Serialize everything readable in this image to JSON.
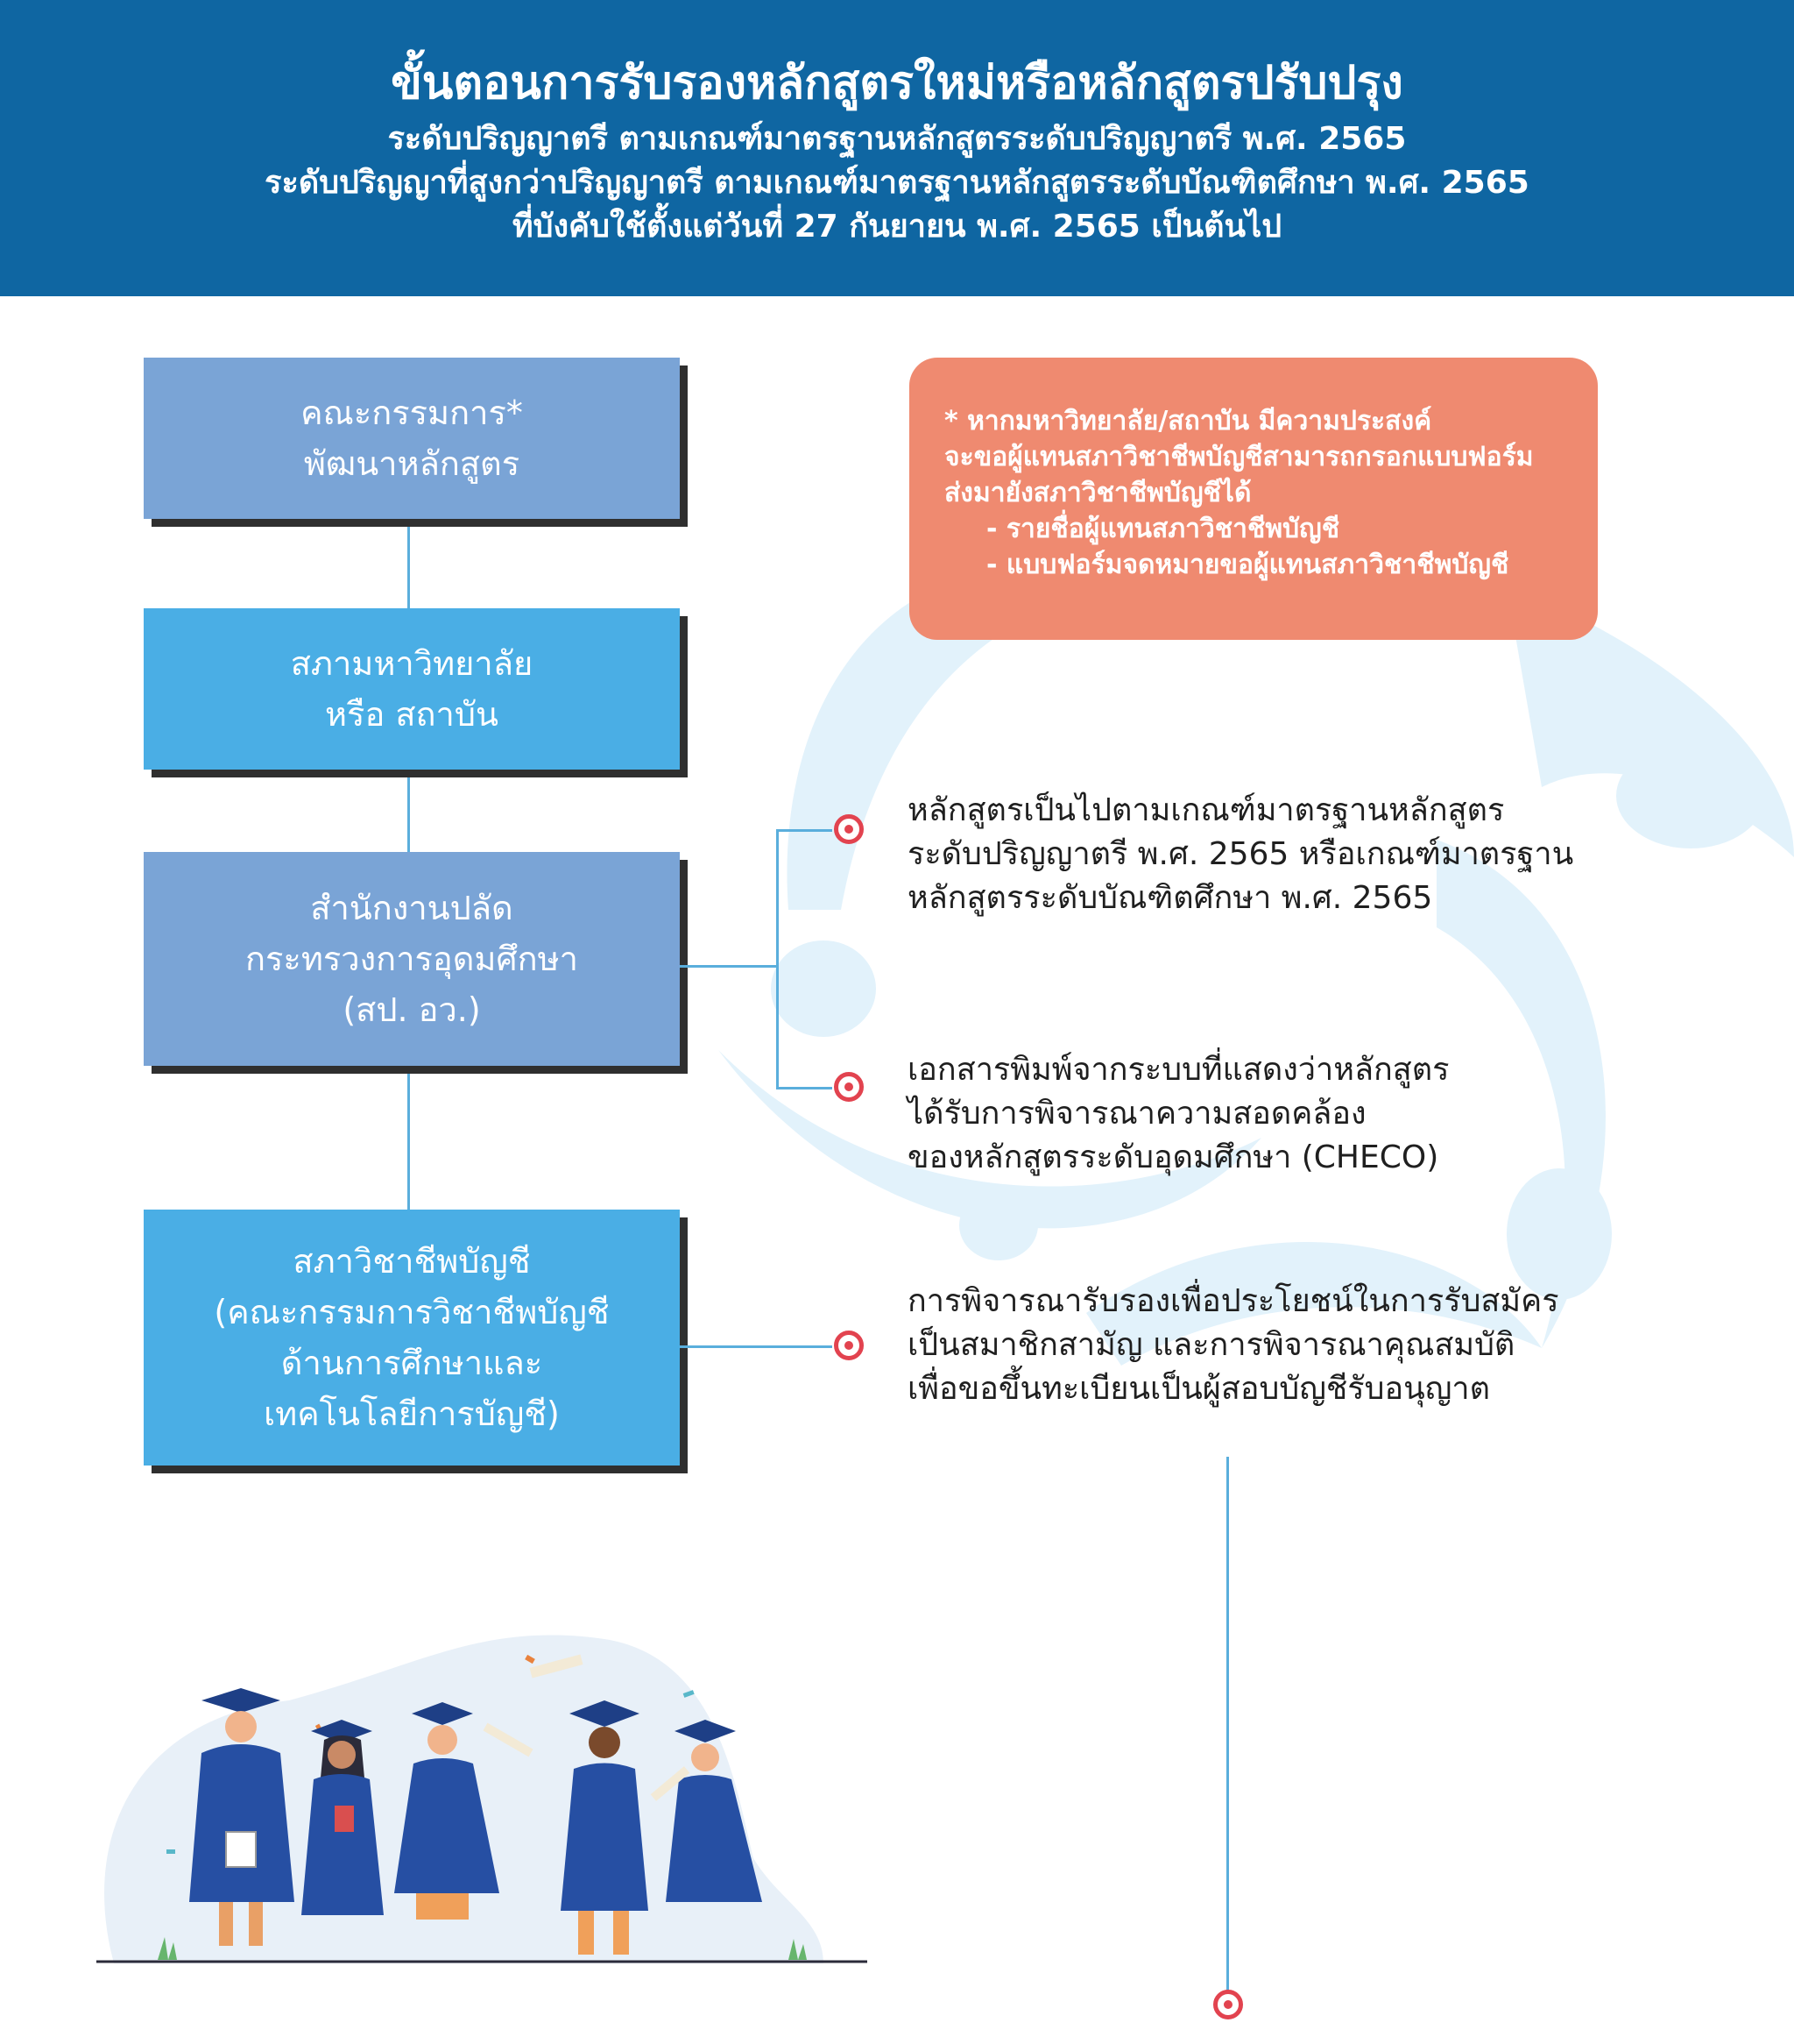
{
  "header": {
    "title": "ขั้นตอนการรับรองหลักสูตรใหม่หรือหลักสูตรปรับปรุง",
    "subtitle_1": "ระดับปริญญาตรี ตามเกณฑ์มาตรฐานหลักสูตรระดับปริญญาตรี พ.ศ. 2565",
    "subtitle_2": "ระดับปริญญาที่สูงกว่าปริญญาตรี ตามเกณฑ์มาตรฐานหลักสูตรระดับบัณฑิตศึกษา พ.ศ. 2565",
    "subtitle_3": "ที่บังคับใช้ตั้งแต่วันที่ 27 กันยายน พ.ศ. 2565 เป็นต้นไป"
  },
  "steps": [
    {
      "lines": [
        "คณะกรรมการ*",
        "พัฒนาหลักสูตร"
      ]
    },
    {
      "lines": [
        "สภามหาวิทยาลัย",
        "หรือ สถาบัน"
      ]
    },
    {
      "lines": [
        "สำนักงานปลัด",
        "กระทรวงการอุดมศึกษา",
        "(สป. อว.)"
      ]
    },
    {
      "lines": [
        "สภาวิชาชีพบัญชี",
        "(คณะกรรมการวิชาชีพบัญชี",
        "ด้านการศึกษาและ",
        "เทคโนโลยีการบัญชี)"
      ]
    }
  ],
  "note": {
    "line_1": "* หากมหาวิทยาลัย/สถาบัน มีความประสงค์",
    "line_2": "จะขอผู้แทนสภาวิชาชีพบัญชีสามารถกรอกแบบฟอร์ม",
    "line_3": "ส่งมายังสภาวิชาชีพบัญชีได้",
    "items": [
      "- รายชื่อผู้แทนสภาวิชาชีพบัญชี",
      "- แบบฟอร์มจดหมายขอผู้แทนสภาวิชาชีพบัญชี"
    ]
  },
  "requirements": [
    {
      "lines": [
        "หลักสูตรเป็นไปตามเกณฑ์มาตรฐานหลักสูตร",
        "ระดับปริญญาตรี พ.ศ. 2565 หรือเกณฑ์มาตรฐาน",
        "หลักสูตรระดับบัณฑิตศึกษา พ.ศ. 2565"
      ]
    },
    {
      "lines": [
        "เอกสารพิมพ์จากระบบที่แสดงว่าหลักสูตร",
        "ได้รับการพิจารณาความสอดคล้อง",
        "ของหลักสูตรระดับอุดมศึกษา (CHECO)"
      ]
    },
    {
      "lines": [
        "การพิจารณารับรองเพื่อประโยชน์ในการรับสมัคร",
        "เป็นสมาชิกสามัญ และการพิจารณาคุณสมบัติ",
        "เพื่อขอขึ้นทะเบียนเป็นผู้สอบบัญชีรับอนุญาต"
      ]
    }
  ],
  "colors": {
    "header_bg": "#0f66a2",
    "step_dark": "#7aa4d6",
    "step_light": "#4aaee5",
    "note_bg": "#ef8a70",
    "connector": "#5aaedc",
    "marker": "#e2434f"
  },
  "illustration": {
    "icon": "graduates-celebrating-illustration"
  }
}
